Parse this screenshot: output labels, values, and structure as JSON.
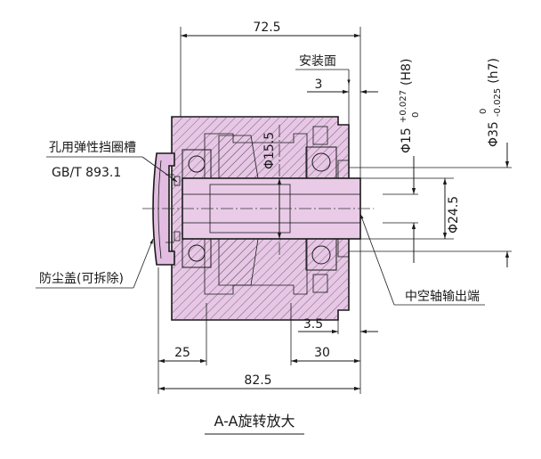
{
  "colors": {
    "body_fill": "#e7c6e6",
    "hatch": "#444444",
    "line": "#1a1a1a"
  },
  "dimensions": {
    "overall_length": "82.5",
    "housing_length": "72.5",
    "mount_offset": "3",
    "left_cover": "25",
    "right_hub": "30",
    "hub_step": "3.5",
    "bore_dia": "Φ15.5",
    "output_dia": "Φ24.5",
    "bore_fit_dia": "Φ15",
    "bore_fit_tol_upper": "+0.027",
    "bore_fit_tol_lower": "0",
    "bore_fit_class": "(H8)",
    "shaft_fit_dia": "Φ35",
    "shaft_fit_tol_upper": "0",
    "shaft_fit_tol_lower": "-0.025",
    "shaft_fit_class": "(h7)"
  },
  "labels": {
    "mount_face": "安装面",
    "circlip_groove": "孔用弹性挡圈槽",
    "standard": "GB/T 893.1",
    "dust_cover": "防尘盖(可拆除)",
    "hollow_output": "中空轴输出端"
  },
  "title": "A-A旋转放大"
}
